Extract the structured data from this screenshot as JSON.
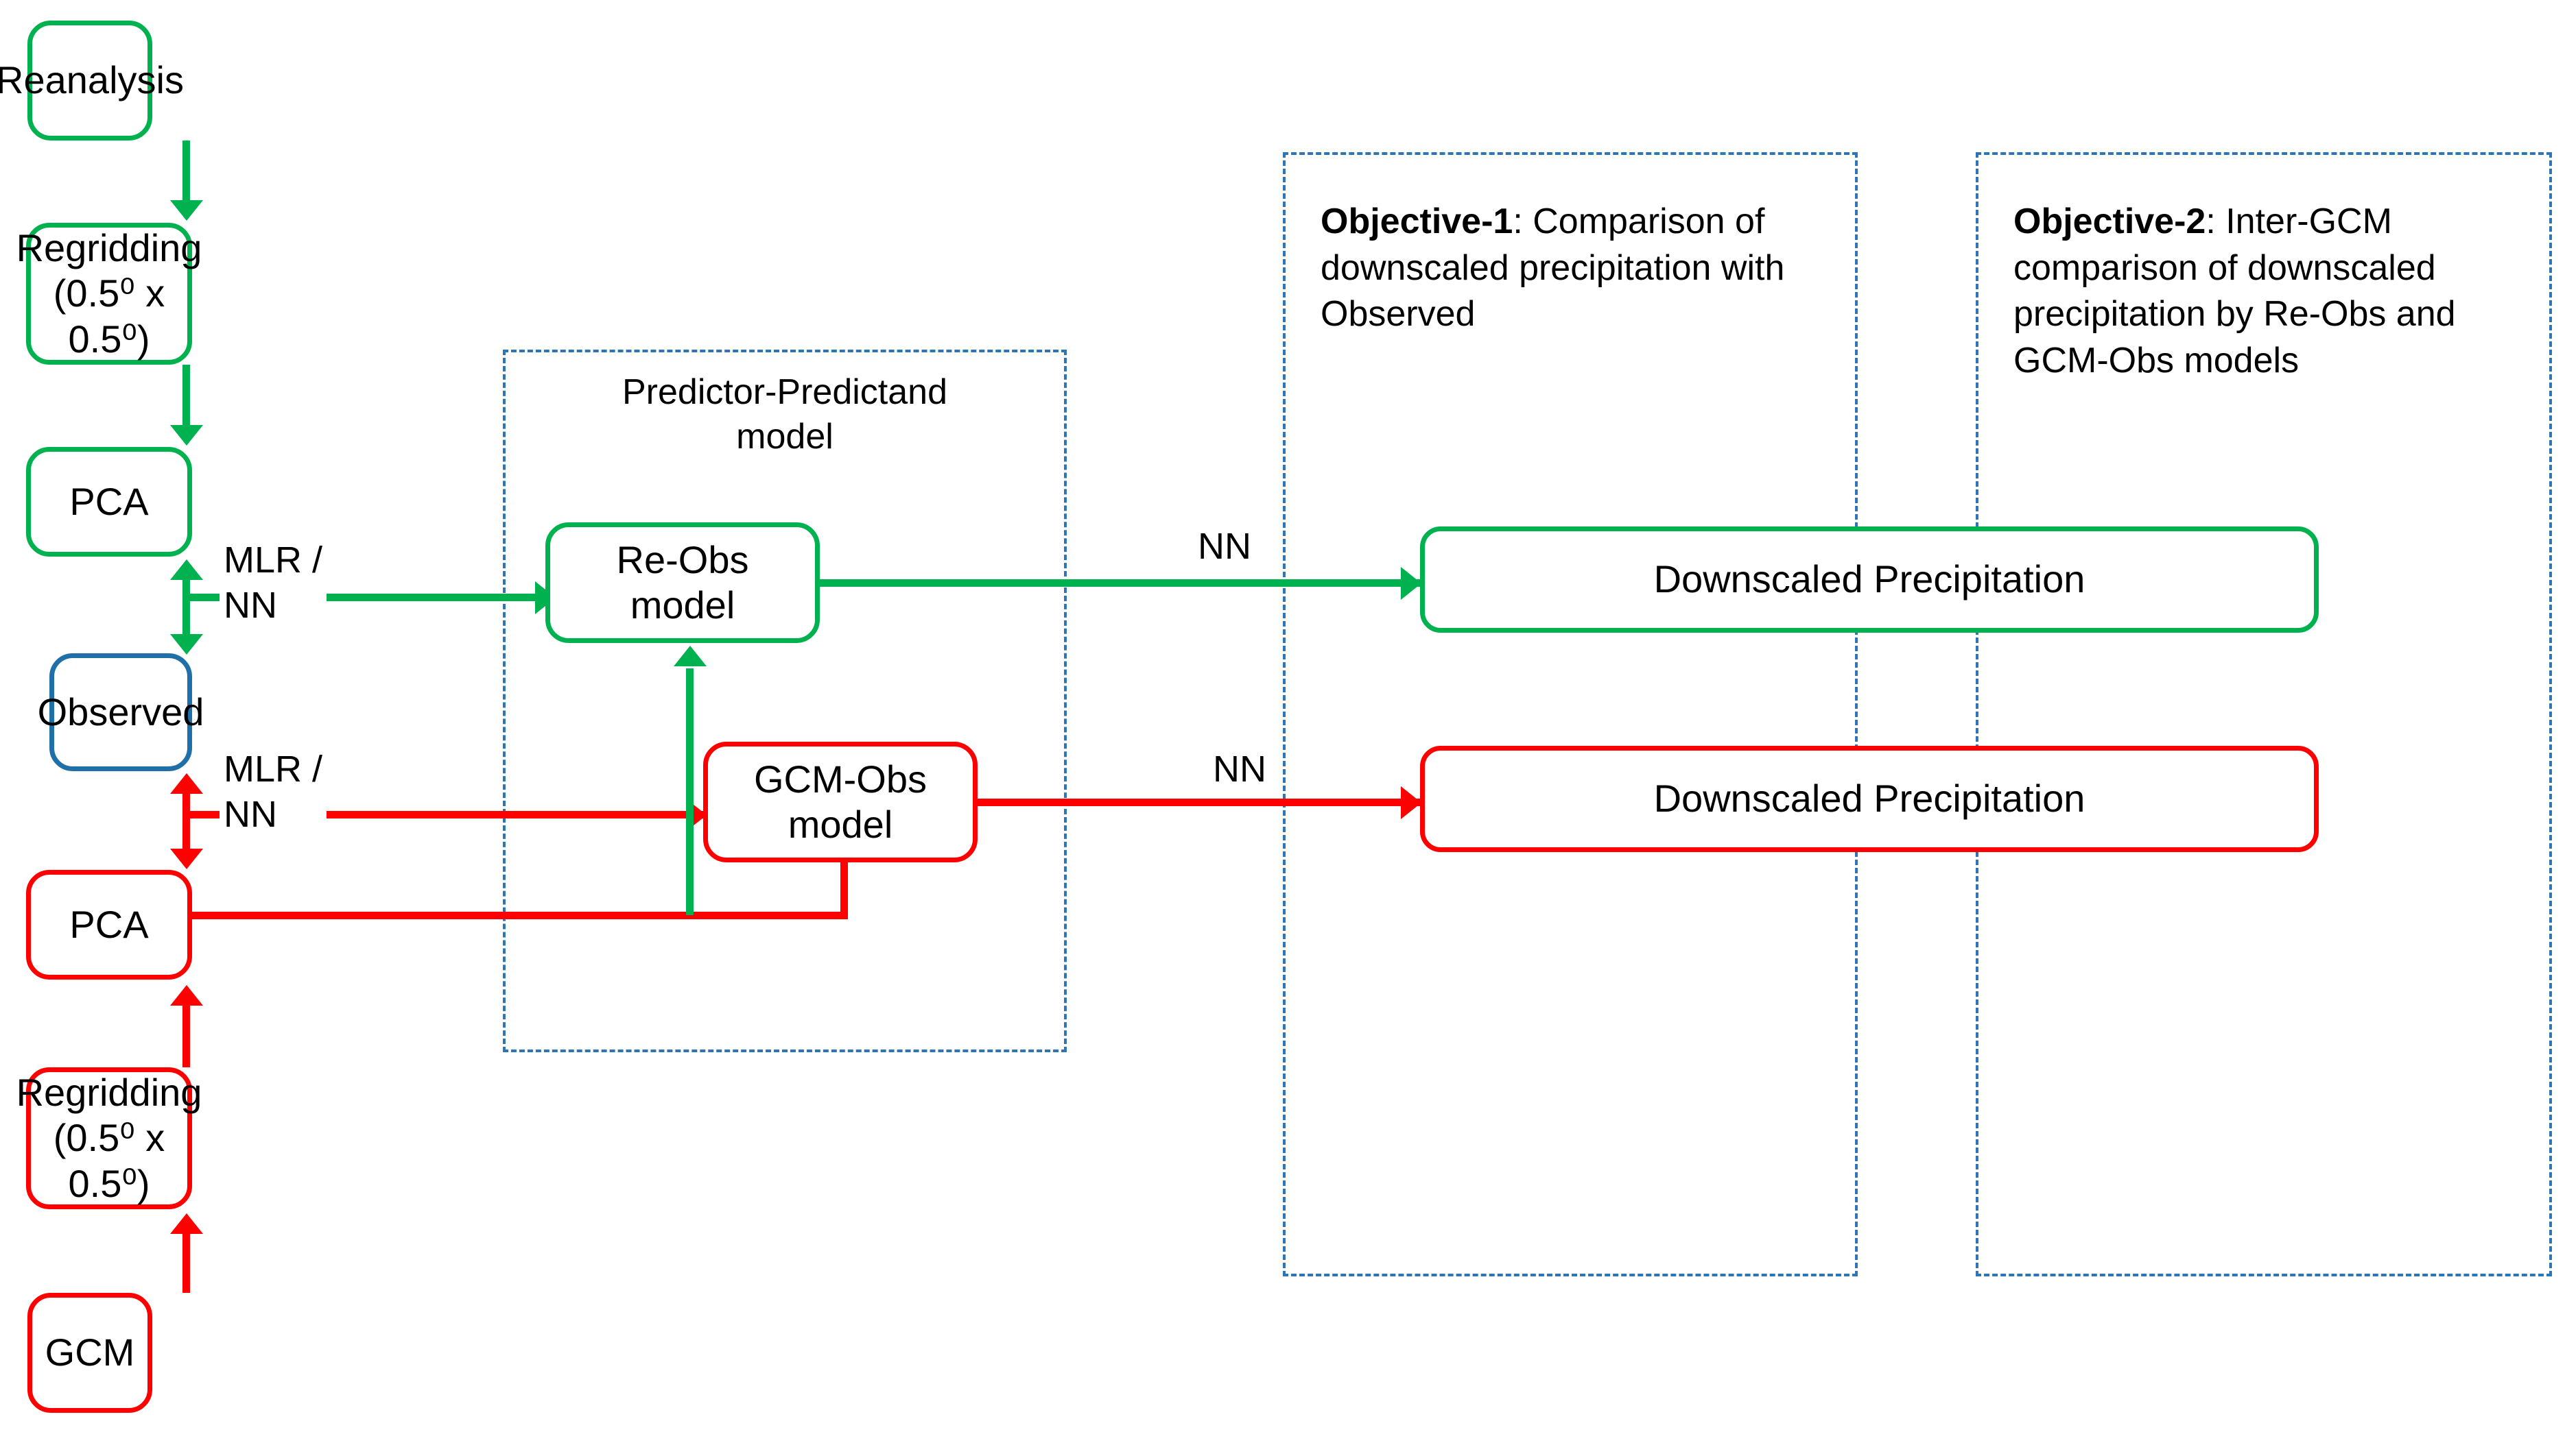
{
  "diagram": {
    "title_hidden": "",
    "colors": {
      "green": "#00B14F",
      "red": "#FF0000",
      "blue": "#1F6FA8",
      "panel_dash": "#2E75B6",
      "text": "#000000",
      "background": "#FFFFFF"
    },
    "reanalysis_chain": {
      "source": "Reanalysis",
      "regridding_line1": "Regridding",
      "regridding_line2": "(0.5⁰ x 0.5⁰)",
      "pca": "PCA"
    },
    "observed": {
      "label": "Observed"
    },
    "gcm_chain": {
      "pca": "PCA",
      "regridding_line1": "Regridding",
      "regridding_line2": "(0.5⁰ x 0.5⁰)",
      "source": "GCM"
    },
    "predictor_predictand": {
      "title_line1": "Predictor-Predictand",
      "title_line2": "model",
      "re_obs_line1": "Re-Obs",
      "re_obs_line2": "model",
      "gcm_obs_line1": "GCM-Obs",
      "gcm_obs_line2": "model"
    },
    "edge_labels": {
      "green_method_line1": "MLR /",
      "green_method_line2": "NN",
      "red_method_line1": "MLR /",
      "red_method_line2": "NN",
      "green_output_method": "NN",
      "red_output_method": "NN"
    },
    "outputs": {
      "green_box": "Downscaled Precipitation",
      "red_box": "Downscaled Precipitation"
    },
    "objectives": [
      {
        "id": "objective-1",
        "bold_prefix": "Objective-1",
        "body": ": Comparison of downscaled precipitation with Observed"
      },
      {
        "id": "objective-2",
        "bold_prefix": "Objective-2",
        "body": ": Inter-GCM comparison of downscaled precipitation by Re-Obs and GCM-Obs models"
      }
    ]
  }
}
